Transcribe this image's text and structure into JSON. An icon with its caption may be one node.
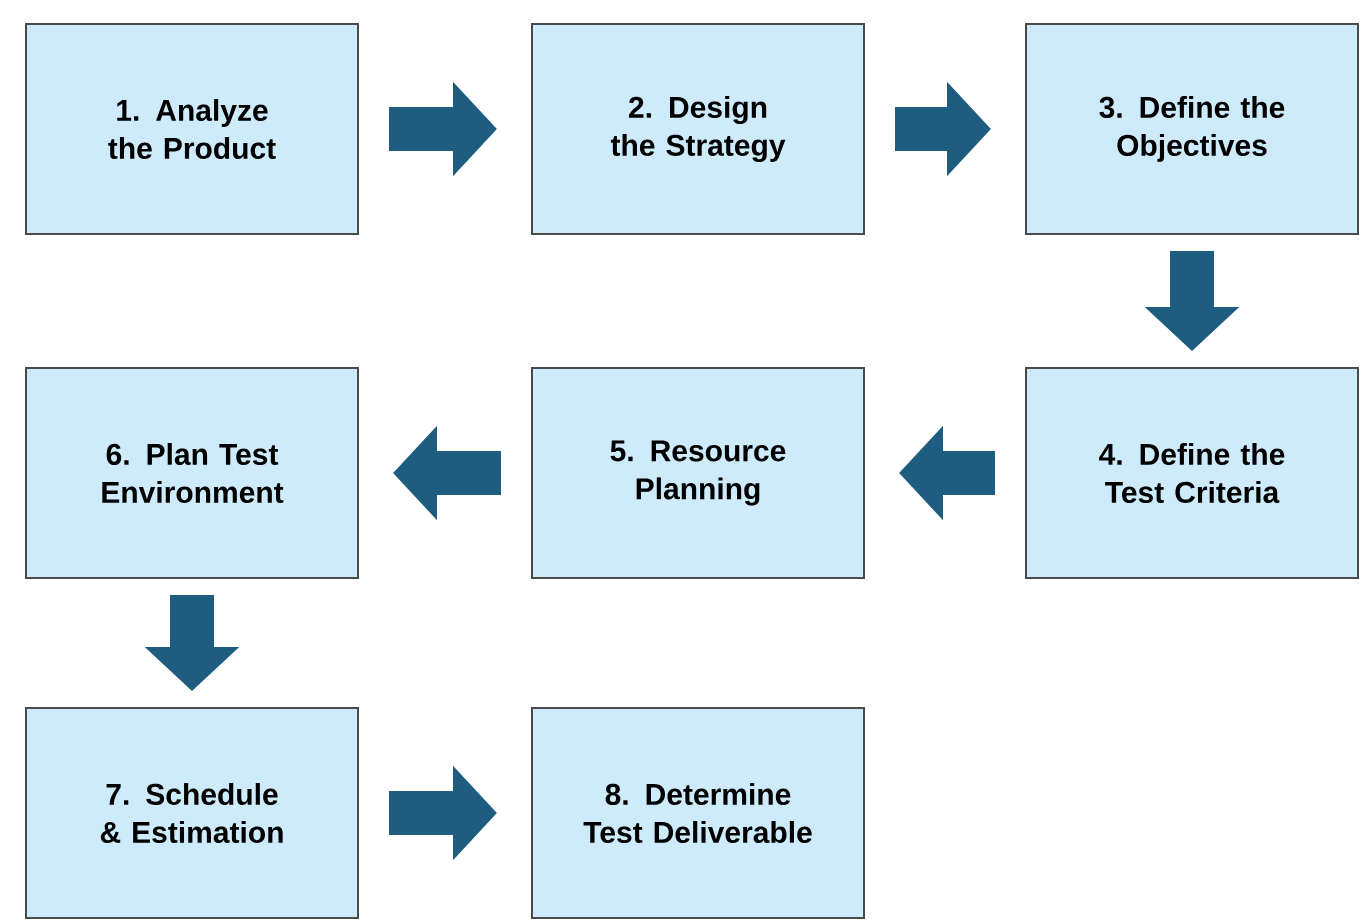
{
  "diagram": {
    "nodes": [
      {
        "text": [
          "1. Analyze the Product"
        ]
      },
      {
        "text": [
          "2. Design the Strategy"
        ]
      },
      {
        "text": [
          "3. Define the Objectives"
        ]
      },
      {
        "text": [
          "4. Define the Test Criteria"
        ]
      },
      {
        "text": [
          "5. Resource Planning"
        ]
      },
      {
        "text": [
          "6. Plan Test Environment"
        ]
      },
      {
        "text": [
          "7. Schedule & Estimation"
        ]
      },
      {
        "text": [
          "8. Determine Test Deliverable"
        ]
      }
    ],
    "edges": [
      {
        "from": 0,
        "to": 1,
        "arrow": "to"
      },
      {
        "from": 1,
        "to": 2,
        "arrow": "to"
      },
      {
        "from": 2,
        "to": 3,
        "arrow": "to"
      },
      {
        "from": 3,
        "to": 4,
        "arrow": "to"
      },
      {
        "from": 4,
        "to": 5,
        "arrow": "to"
      },
      {
        "from": 5,
        "to": 6,
        "arrow": "to"
      },
      {
        "from": 6,
        "to": 7,
        "arrow": "to"
      }
    ]
  }
}
